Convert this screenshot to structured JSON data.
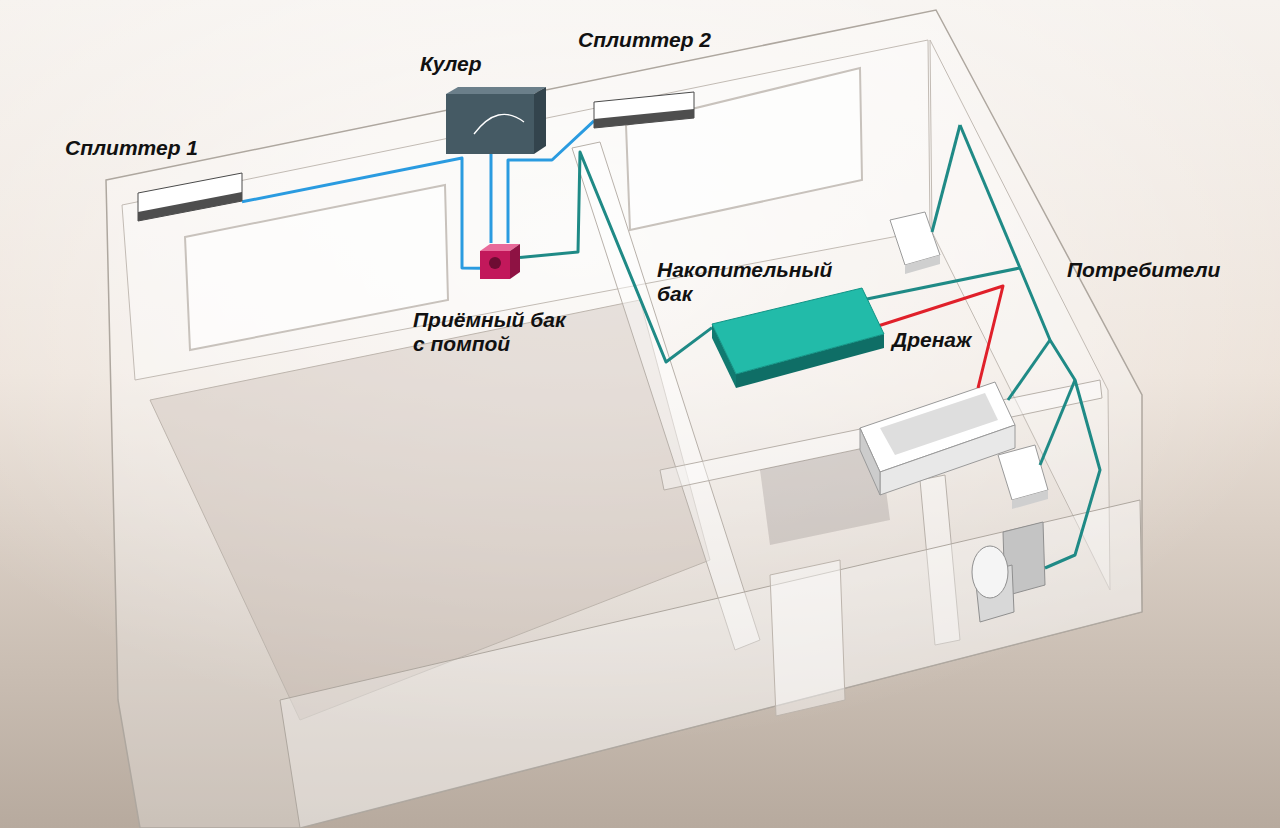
{
  "diagram": {
    "nodes": [
      {
        "text": [
          "Сплиттер 1"
        ]
      },
      {
        "text": [
          "Кулер"
        ]
      },
      {
        "text": [
          "Сплиттер 2"
        ]
      },
      {
        "text": [
          "Приёмный бак с помпой"
        ]
      },
      {
        "text": [
          "Накопительный бак"
        ]
      }
    ],
    "edges": [
      {
        "from": 0,
        "to": 3,
        "arrow": "none"
      },
      {
        "from": 1,
        "to": 3,
        "arrow": "none"
      },
      {
        "from": 2,
        "to": 3,
        "arrow": "none"
      },
      {
        "from": 3,
        "to": 4,
        "arrow": "none"
      }
    ],
    "labels": [
      "Дренаж",
      "Потребители"
    ]
  }
}
